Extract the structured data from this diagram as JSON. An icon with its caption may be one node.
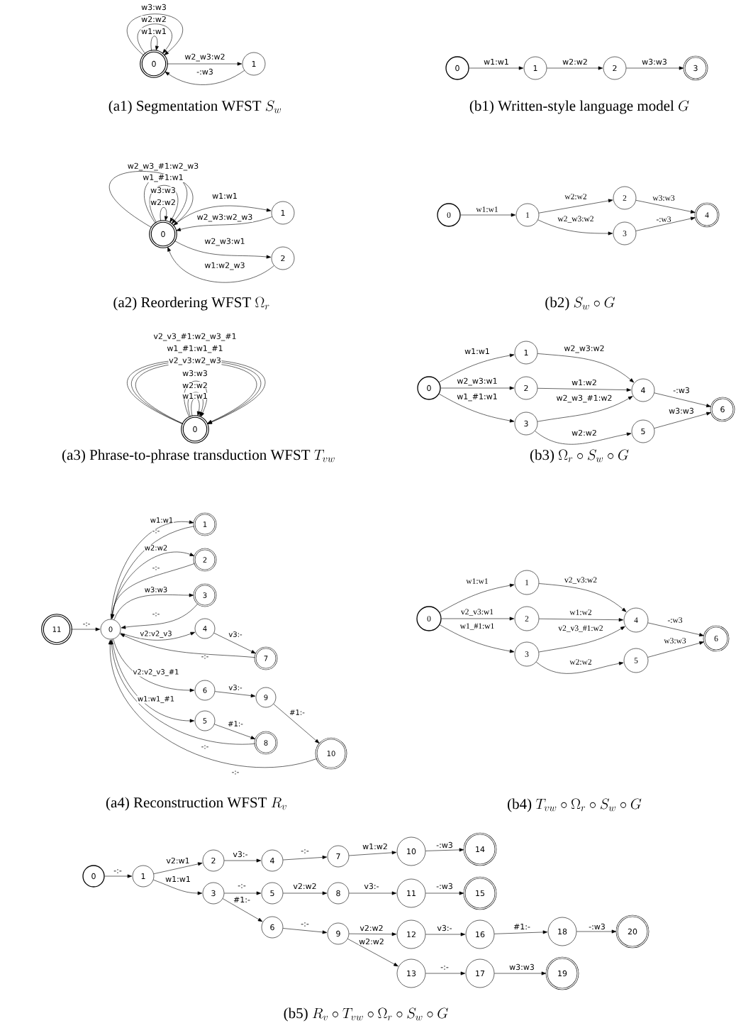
{
  "diagram": {
    "nodes": [
      {
        "text": [
          "0"
        ]
      },
      {
        "text": [
          "1"
        ]
      },
      {
        "text": [
          "0"
        ]
      },
      {
        "text": [
          "1"
        ]
      },
      {
        "text": [
          "2"
        ]
      },
      {
        "text": [
          "3"
        ]
      },
      {
        "text": [
          "0"
        ]
      },
      {
        "text": [
          "1"
        ]
      },
      {
        "text": [
          "2"
        ]
      },
      {
        "text": [
          "0"
        ]
      },
      {
        "text": [
          "1"
        ]
      },
      {
        "text": [
          "2"
        ]
      },
      {
        "text": [
          "3"
        ]
      },
      {
        "text": [
          "4"
        ]
      },
      {
        "text": [
          "0"
        ]
      },
      {
        "text": [
          "0"
        ]
      },
      {
        "text": [
          "1"
        ]
      },
      {
        "text": [
          "2"
        ]
      },
      {
        "text": [
          "3"
        ]
      },
      {
        "text": [
          "4"
        ]
      },
      {
        "text": [
          "5"
        ]
      },
      {
        "text": [
          "6"
        ]
      },
      {
        "text": [
          "0"
        ]
      },
      {
        "text": [
          "1"
        ]
      },
      {
        "text": [
          "2"
        ]
      },
      {
        "text": [
          "3"
        ]
      },
      {
        "text": [
          "4"
        ]
      },
      {
        "text": [
          "5"
        ]
      },
      {
        "text": [
          "6"
        ]
      },
      {
        "text": [
          "7"
        ]
      },
      {
        "text": [
          "8"
        ]
      },
      {
        "text": [
          "9"
        ]
      },
      {
        "text": [
          "10"
        ]
      },
      {
        "text": [
          "11"
        ]
      },
      {
        "text": [
          "0"
        ]
      },
      {
        "text": [
          "1"
        ]
      },
      {
        "text": [
          "2"
        ]
      },
      {
        "text": [
          "3"
        ]
      },
      {
        "text": [
          "4"
        ]
      },
      {
        "text": [
          "5"
        ]
      },
      {
        "text": [
          "6"
        ]
      },
      {
        "text": [
          "0"
        ]
      },
      {
        "text": [
          "1"
        ]
      },
      {
        "text": [
          "2"
        ]
      },
      {
        "text": [
          "3"
        ]
      },
      {
        "text": [
          "4"
        ]
      },
      {
        "text": [
          "5"
        ]
      },
      {
        "text": [
          "6"
        ]
      },
      {
        "text": [
          "7"
        ]
      },
      {
        "text": [
          "8"
        ]
      },
      {
        "text": [
          "9"
        ]
      },
      {
        "text": [
          "10"
        ]
      },
      {
        "text": [
          "11"
        ]
      },
      {
        "text": [
          "12"
        ]
      },
      {
        "text": [
          "13"
        ]
      },
      {
        "text": [
          "14"
        ]
      },
      {
        "text": [
          "15"
        ]
      },
      {
        "text": [
          "16"
        ]
      },
      {
        "text": [
          "17"
        ]
      },
      {
        "text": [
          "18"
        ]
      },
      {
        "text": [
          "19"
        ]
      },
      {
        "text": [
          "20"
        ]
      }
    ],
    "edges": [
      {
        "from": 0,
        "to": 0,
        "arrow": "to",
        "label": "w1:w1"
      },
      {
        "from": 0,
        "to": 0,
        "arrow": "to",
        "label": "w2:w2"
      },
      {
        "from": 0,
        "to": 0,
        "arrow": "to",
        "label": "w3:w3"
      },
      {
        "from": 0,
        "to": 1,
        "arrow": "to",
        "label": "w2_w3:w2"
      },
      {
        "from": 1,
        "to": 0,
        "arrow": "to",
        "label": "-:w3"
      },
      {
        "from": 2,
        "to": 3,
        "arrow": "to",
        "label": "w1:w1"
      },
      {
        "from": 3,
        "to": 4,
        "arrow": "to",
        "label": "w2:w2"
      },
      {
        "from": 4,
        "to": 5,
        "arrow": "to",
        "label": "w3:w3"
      },
      {
        "from": 6,
        "to": 6,
        "arrow": "to",
        "label": "w2:w2"
      },
      {
        "from": 6,
        "to": 6,
        "arrow": "to",
        "label": "w3:w3"
      },
      {
        "from": 6,
        "to": 6,
        "arrow": "to",
        "label": "w1_#1:w1"
      },
      {
        "from": 6,
        "to": 6,
        "arrow": "to",
        "label": "w2_w3_#1:w2_w3"
      },
      {
        "from": 6,
        "to": 7,
        "arrow": "to",
        "label": "w1:w1"
      },
      {
        "from": 7,
        "to": 6,
        "arrow": "to",
        "label": "w2_w3:w2_w3"
      },
      {
        "from": 6,
        "to": 8,
        "arrow": "to",
        "label": "w2_w3:w1"
      },
      {
        "from": 8,
        "to": 6,
        "arrow": "to",
        "label": "w1:w2_w3"
      },
      {
        "from": 9,
        "to": 10,
        "arrow": "to",
        "label": "w1:w1"
      },
      {
        "from": 10,
        "to": 11,
        "arrow": "to",
        "label": "w2:w2"
      },
      {
        "from": 10,
        "to": 12,
        "arrow": "to",
        "label": "w2_w3:w2"
      },
      {
        "from": 11,
        "to": 13,
        "arrow": "to",
        "label": "w3:w3"
      },
      {
        "from": 12,
        "to": 13,
        "arrow": "to",
        "label": "-:w3"
      },
      {
        "from": 14,
        "to": 14,
        "arrow": "to",
        "label": "w1:w1"
      },
      {
        "from": 14,
        "to": 14,
        "arrow": "to",
        "label": "w2:w2"
      },
      {
        "from": 14,
        "to": 14,
        "arrow": "to",
        "label": "w3:w3"
      },
      {
        "from": 14,
        "to": 14,
        "arrow": "to",
        "label": "v2_v3:w2_w3"
      },
      {
        "from": 14,
        "to": 14,
        "arrow": "to",
        "label": "w1_#1:w1_#1"
      },
      {
        "from": 14,
        "to": 14,
        "arrow": "to",
        "label": "v2_v3_#1:w2_w3_#1"
      },
      {
        "from": 15,
        "to": 16,
        "arrow": "to",
        "label": "w1:w1"
      },
      {
        "from": 15,
        "to": 17,
        "arrow": "to",
        "label": "w2_w3:w1"
      },
      {
        "from": 15,
        "to": 18,
        "arrow": "to",
        "label": "w1_#1:w1"
      },
      {
        "from": 16,
        "to": 19,
        "arrow": "to",
        "label": "w2_w3:w2"
      },
      {
        "from": 17,
        "to": 19,
        "arrow": "to",
        "label": "w1:w2"
      },
      {
        "from": 18,
        "to": 19,
        "arrow": "to",
        "label": "w2_w3_#1:w2"
      },
      {
        "from": 18,
        "to": 20,
        "arrow": "to",
        "label": "w2:w2"
      },
      {
        "from": 19,
        "to": 21,
        "arrow": "to",
        "label": "-:w3"
      },
      {
        "from": 20,
        "to": 21,
        "arrow": "to",
        "label": "w3:w3"
      },
      {
        "from": 22,
        "to": 23,
        "arrow": "to",
        "label": "w1:w1"
      },
      {
        "from": 23,
        "to": 22,
        "arrow": "to",
        "label": "-:-"
      },
      {
        "from": 22,
        "to": 24,
        "arrow": "to",
        "label": "w2:w2"
      },
      {
        "from": 24,
        "to": 22,
        "arrow": "to",
        "label": "-:-"
      },
      {
        "from": 22,
        "to": 25,
        "arrow": "to",
        "label": "w3:w3"
      },
      {
        "from": 25,
        "to": 22,
        "arrow": "to",
        "label": "-:-"
      },
      {
        "from": 33,
        "to": 22,
        "arrow": "to",
        "label": "-:-"
      },
      {
        "from": 22,
        "to": 26,
        "arrow": "to",
        "label": "v2:v2_v3"
      },
      {
        "from": 26,
        "to": 29,
        "arrow": "to",
        "label": "v3:-"
      },
      {
        "from": 29,
        "to": 22,
        "arrow": "to",
        "label": "-:-"
      },
      {
        "from": 22,
        "to": 28,
        "arrow": "to",
        "label": "v2:v2_v3_#1"
      },
      {
        "from": 28,
        "to": 31,
        "arrow": "to",
        "label": "v3:-"
      },
      {
        "from": 31,
        "to": 32,
        "arrow": "to",
        "label": "#1:-"
      },
      {
        "from": 22,
        "to": 27,
        "arrow": "to",
        "label": "w1:w1_#1"
      },
      {
        "from": 27,
        "to": 30,
        "arrow": "to",
        "label": "#1:-"
      },
      {
        "from": 30,
        "to": 22,
        "arrow": "to",
        "label": "-:-"
      },
      {
        "from": 32,
        "to": 22,
        "arrow": "to",
        "label": "-:-"
      },
      {
        "from": 34,
        "to": 35,
        "arrow": "to",
        "label": "w1:w1"
      },
      {
        "from": 34,
        "to": 36,
        "arrow": "to",
        "label": "v2_v3:w1"
      },
      {
        "from": 34,
        "to": 37,
        "arrow": "to",
        "label": "w1_#1:w1"
      },
      {
        "from": 35,
        "to": 38,
        "arrow": "to",
        "label": "v2_v3:w2"
      },
      {
        "from": 36,
        "to": 38,
        "arrow": "to",
        "label": "w1:w2"
      },
      {
        "from": 37,
        "to": 38,
        "arrow": "to",
        "label": "v2_v3_#1:w2"
      },
      {
        "from": 37,
        "to": 39,
        "arrow": "to",
        "label": "w2:w2"
      },
      {
        "from": 38,
        "to": 40,
        "arrow": "to",
        "label": "-:w3"
      },
      {
        "from": 39,
        "to": 40,
        "arrow": "to",
        "label": "w3:w3"
      },
      {
        "from": 41,
        "to": 42,
        "arrow": "to",
        "label": "-:-"
      },
      {
        "from": 42,
        "to": 43,
        "arrow": "to",
        "label": "v2:w1"
      },
      {
        "from": 42,
        "to": 44,
        "arrow": "to",
        "label": "w1:w1"
      },
      {
        "from": 43,
        "to": 45,
        "arrow": "to",
        "label": "v3:-"
      },
      {
        "from": 45,
        "to": 48,
        "arrow": "to",
        "label": "-:-"
      },
      {
        "from": 48,
        "to": 51,
        "arrow": "to",
        "label": "w1:w2"
      },
      {
        "from": 51,
        "to": 55,
        "arrow": "to",
        "label": "-:w3"
      },
      {
        "from": 44,
        "to": 46,
        "arrow": "to",
        "label": "-:-"
      },
      {
        "from": 46,
        "to": 49,
        "arrow": "to",
        "label": "v2:w2"
      },
      {
        "from": 49,
        "to": 52,
        "arrow": "to",
        "label": "v3:-"
      },
      {
        "from": 52,
        "to": 56,
        "arrow": "to",
        "label": "-:w3"
      },
      {
        "from": 44,
        "to": 47,
        "arrow": "to",
        "label": "#1:-"
      },
      {
        "from": 47,
        "to": 50,
        "arrow": "to",
        "label": "-:-"
      },
      {
        "from": 50,
        "to": 53,
        "arrow": "to",
        "label": "v2:w2"
      },
      {
        "from": 50,
        "to": 54,
        "arrow": "to",
        "label": "w2:w2"
      },
      {
        "from": 53,
        "to": 57,
        "arrow": "to",
        "label": "v3:-"
      },
      {
        "from": 57,
        "to": 59,
        "arrow": "to",
        "label": "#1:-"
      },
      {
        "from": 59,
        "to": 61,
        "arrow": "to",
        "label": "-:w3"
      },
      {
        "from": 54,
        "to": 58,
        "arrow": "to",
        "label": "-:-"
      },
      {
        "from": 58,
        "to": 60,
        "arrow": "to",
        "label": "w3:w3"
      }
    ],
    "labels": [
      "(a1) Segmentation WFST",
      "S_w",
      "(b1) Written-style language model",
      "G",
      "(a2) Reordering WFST",
      "\\Omega_r",
      "(b2)",
      "S_w \\circ G",
      "(a3) Phrase-to-phrase transduction WFST",
      "T_{vw}",
      "(b3)",
      "\\Omega_r \\circ S_w \\circ G",
      "(a4) Reconstruction WFST",
      "R_v",
      "(b4)",
      "T_{vw} \\circ \\Omega_r \\circ S_w \\circ G",
      "(b5)",
      "R_v \\circ T_{vw} \\circ \\Omega_r \\circ S_w \\circ G"
    ]
  }
}
